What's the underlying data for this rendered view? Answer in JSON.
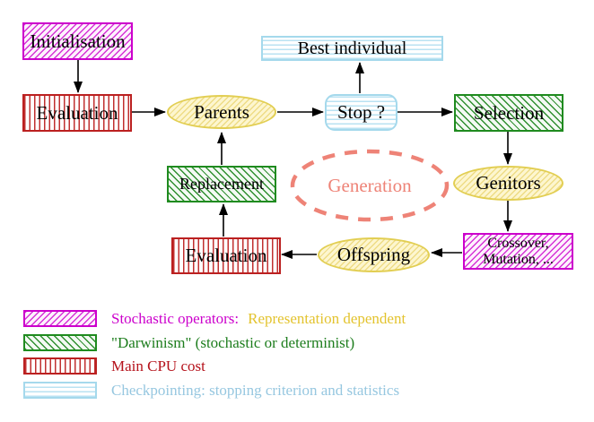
{
  "diagram": {
    "title_hint": "Evolutionary algorithm generation loop",
    "nodes": {
      "initialisation": {
        "label": "Initialisation"
      },
      "evaluation_top": {
        "label": "Evaluation"
      },
      "best_individual": {
        "label": "Best individual"
      },
      "parents": {
        "label": "Parents"
      },
      "stop": {
        "label": "Stop ?"
      },
      "selection": {
        "label": "Selection"
      },
      "replacement": {
        "label": "Replacement"
      },
      "generation": {
        "label": "Generation"
      },
      "genitors": {
        "label": "Genitors"
      },
      "crossover_mutation": {
        "line1": "Crossover,",
        "line2": "Mutation, ..."
      },
      "offspring": {
        "label": "Offspring"
      },
      "evaluation_bottom": {
        "label": "Evaluation"
      }
    },
    "legend": [
      {
        "swatch": "magenta-diagonal-hatch",
        "text_primary": "Stochastic operators:",
        "text_secondary": "Representation dependent"
      },
      {
        "swatch": "green-diagonal-hatch",
        "text_primary": "\"Darwinism\" (stochastic or determinist)"
      },
      {
        "swatch": "red-vertical-stripes",
        "text_primary": "Main CPU cost"
      },
      {
        "swatch": "cyan-horizontal-stripes",
        "text_primary": "Checkpointing: stopping criterion and statistics"
      }
    ],
    "colors": {
      "magenta": "#cc00cc",
      "green": "#1f8b1f",
      "red": "#bb2020",
      "cyan": "#a5d9ec",
      "yellow": "#e2ce52",
      "salmon": "#ee8377",
      "gold_text": "#e3c32e",
      "arrow": "#000000"
    }
  }
}
